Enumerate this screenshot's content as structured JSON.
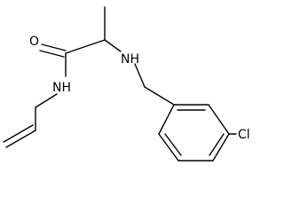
{
  "diagram": {
    "type": "structural-formula",
    "atoms": {
      "oxygen": "O",
      "amide_nitrogen": "NH",
      "amine_nitrogen": "NH",
      "chlorine": "Cl"
    }
  }
}
